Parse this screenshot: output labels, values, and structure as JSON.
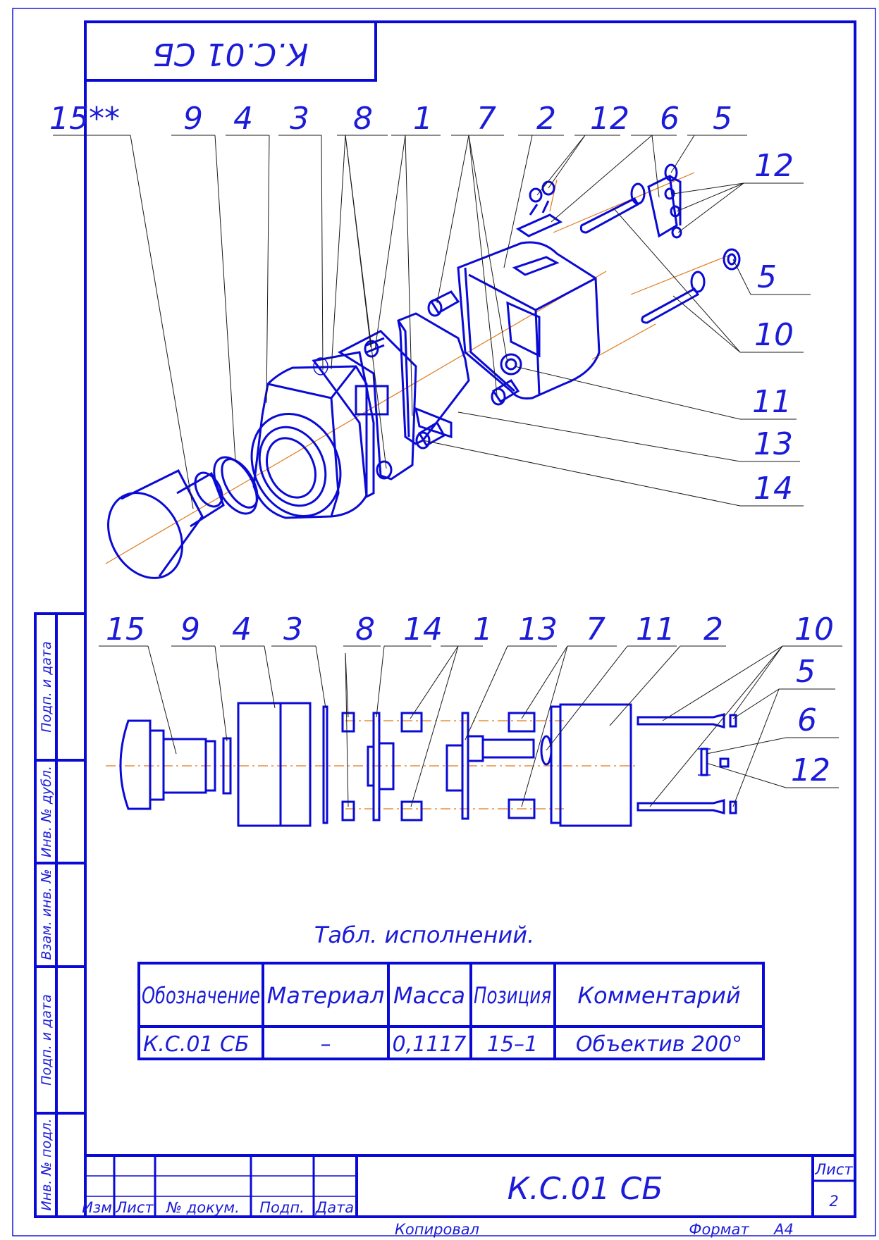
{
  "corner_stamp": "К.С.01 СБ",
  "exploded_view": {
    "labels_top": [
      "15**",
      "9",
      "4",
      "3",
      "8",
      "1",
      "7",
      "2",
      "12",
      "6",
      "5"
    ],
    "labels_right": [
      "12",
      "5",
      "10",
      "11",
      "13",
      "14"
    ]
  },
  "section_view": {
    "labels_top": [
      "15",
      "9",
      "4",
      "3",
      "8",
      "14",
      "1",
      "13",
      "7",
      "11",
      "2",
      "10"
    ],
    "labels_right": [
      "5",
      "6",
      "12"
    ]
  },
  "variants_table": {
    "caption": "Табл. исполнений.",
    "headers": [
      "Обозначение",
      "Материал",
      "Масса",
      "Позиция",
      "Комментарий"
    ],
    "row": [
      "К.С.01 СБ",
      "–",
      "0,1117",
      "15–1",
      "Объектив 200°"
    ]
  },
  "side_strip": [
    "Подп. и дата",
    "Инв. № дубл.",
    "Взам. инв. №",
    "Подп. и дата",
    "Инв. № подл."
  ],
  "title_block": {
    "designation": "К.С.01 СБ",
    "col_izm": "Изм.",
    "col_list": "Лист",
    "col_doc": "№ докум.",
    "col_sign": "Подп.",
    "col_date": "Дата",
    "sheet_label": "Лист",
    "sheet_number": "2"
  },
  "footer": {
    "copied": "Копировал",
    "format_label": "Формат",
    "format_value": "А4"
  },
  "colors": {
    "line": "#0a0ad6",
    "centerline": "#e07a1a",
    "leader": "#1a1a1a"
  }
}
